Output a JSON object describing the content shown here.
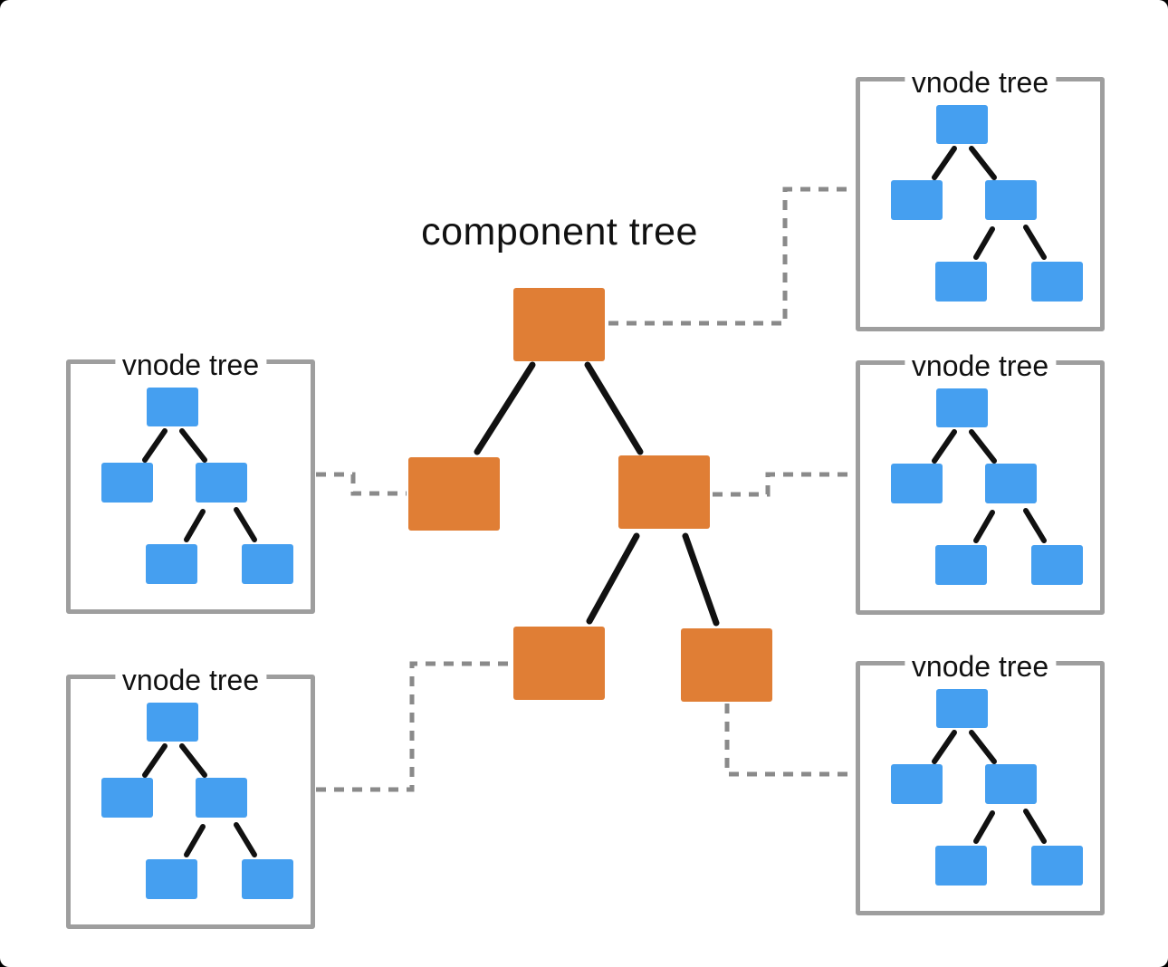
{
  "title": "component tree",
  "colors": {
    "component_fill": "#E07E35",
    "vnode_fill": "#459FF0",
    "panel_border": "#9E9E9E",
    "connector_line": "#8A8A8A",
    "tree_edge": "#111111",
    "text": "#111111",
    "canvas_bg": "#FFFFFF",
    "page_bg": "#000000"
  },
  "component_tree": {
    "title": "component tree",
    "node_count": 5,
    "structure": "root with left and right children; right child has two children"
  },
  "vnode_tree_structure": {
    "node_count": 5,
    "structure": "root with left and right children; right child has two children"
  },
  "vnode_panels": [
    {
      "label": "vnode tree"
    },
    {
      "label": "vnode tree"
    },
    {
      "label": "vnode tree"
    },
    {
      "label": "vnode tree"
    },
    {
      "label": "vnode tree"
    }
  ]
}
